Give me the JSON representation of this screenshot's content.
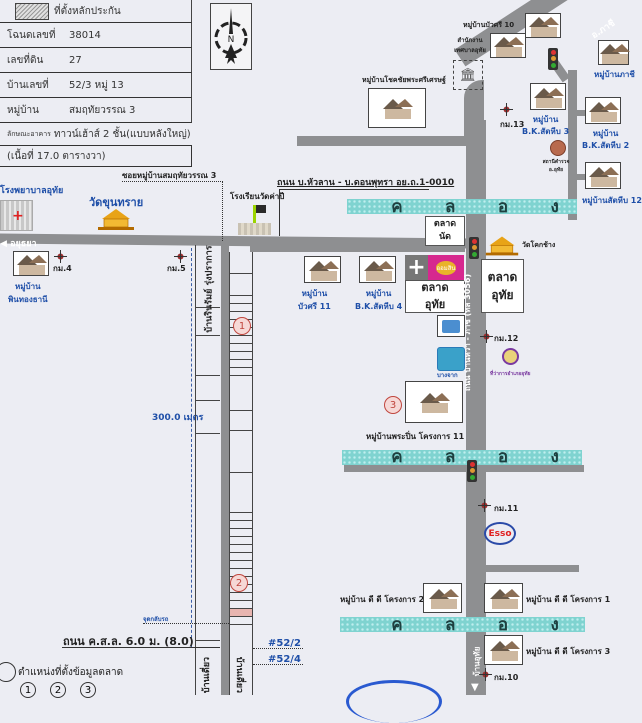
{
  "legend": {
    "hatched_label": "ที่ตั้งหลักประกัน",
    "circle_label": "ตำแหน่งที่ตั้งข้อมูลตลาด",
    "circle_numbers": [
      "1",
      "2",
      "3"
    ]
  },
  "property_info": {
    "rows": [
      {
        "key": "โฉนดเลขที่",
        "value": "38014"
      },
      {
        "key": "เลขที่ดิน",
        "value": "27"
      },
      {
        "key": "บ้านเลขที่",
        "value": "52/3 หมู่ 13"
      },
      {
        "key": "หมู่บ้าน",
        "value": "สมฤทัยวรรณ 3"
      }
    ],
    "building_type_key": "ลักษณะอาคาร",
    "building_type_value": "ทาวน์เฮ้าส์ 2 ชั้น(แบบหลังใหญ่)",
    "area": "(เนื้อที่ 17.0 ตารางวา)"
  },
  "compass": {
    "letter": "N"
  },
  "roads": {
    "main_road_label": "ถนน บ.หัวลาน - บ.ดอนพุทรา อย.ถ.1-0010",
    "highway_label": "ถนน บ้านหว้า - ภาชี (ทล 3056)",
    "direction_west": "อยุธยา",
    "direction_northeast": "อ.ภาชี",
    "direction_south": "บ้านอุทัย",
    "soi_label": "ซอยหมู่บ้านสมฤทัยวรรณ 3",
    "side_road_label": "ถนน ค.ส.ล. 6.0 ม. (8.0)",
    "distance_label": "300.0 เมตร",
    "village_strip_label": "บ้านรินรัมย์ รุ่งปราการ",
    "small_arrow_label": "จุดกลับรถ",
    "bottom_strip_label": "บ้านเดี่ยว"
  },
  "canal": {
    "letters": [
      "ค",
      "ล",
      "อ",
      "ง"
    ]
  },
  "km_markers": [
    "กม.4",
    "กม.5",
    "กม.13",
    "กม.12",
    "กม.11",
    "กม.10"
  ],
  "places": {
    "hospital": "โรงพยาบาลอุทัย",
    "temple_west": "วัดขุนทราย",
    "temple_east": "วัดโคกช้าง",
    "factory": "โรงเรียนวัดค่าปี",
    "municipal_office": "สำนักงานเทศบาลอุทัย",
    "market_nat": [
      "ตลาด",
      "นัด"
    ],
    "market_uthai_left": [
      "ตลาด",
      "อุทัย"
    ],
    "market_uthai_right": [
      "ตลาด",
      "อุทัย"
    ],
    "police": "สถานีตำรวจ อ.อุทัย",
    "district_office": "ที่ว่าการอำเภออุทัย",
    "bank": "ออมสิน",
    "bank2": "บางจาก",
    "gas_station": "Esso"
  },
  "villages": {
    "wichai_10": "หมู่บ้านบัวศรี 10",
    "wichai_11": [
      "หมู่บ้าน",
      "บัวศรี 11"
    ],
    "pinthong": [
      "หมู่บ้าน",
      "พินทองธานี"
    ],
    "bk_4": [
      "หมู่บ้าน",
      "B.K.สัตหีบ 4"
    ],
    "bk_3": [
      "หมู่บ้าน",
      "B.K.สัตหีบ 3"
    ],
    "bk_2": [
      "หมู่บ้าน",
      "B.K.สัตหีบ 2"
    ],
    "sap_12": "หมู่บ้านสัตหีบ 12",
    "top_right": "หมู่บ้านภาชี",
    "chokchai": "หมู่บ้านโชคชัยพระศรีเศรษฐ์",
    "prapin_11": "หมู่บ้านพระปิ่น โครงการ 11",
    "dd_2": "หมู่บ้าน ดี ดี โครงการ 2",
    "dd_1": "หมู่บ้าน ดี ดี โครงการ 1",
    "dd_3": "หมู่บ้าน ดี ดี โครงการ 3"
  },
  "unit_numbers": [
    "#52/2",
    "#52/4"
  ],
  "market_circles": [
    "1",
    "2",
    "3"
  ],
  "colors": {
    "background": "#ecedf3",
    "road": "#8e8f91",
    "canal": "#7fd3d0",
    "label_blue": "#1f4fa8",
    "circle_red": "#c0463e",
    "temple_gold": "#e8a317"
  }
}
